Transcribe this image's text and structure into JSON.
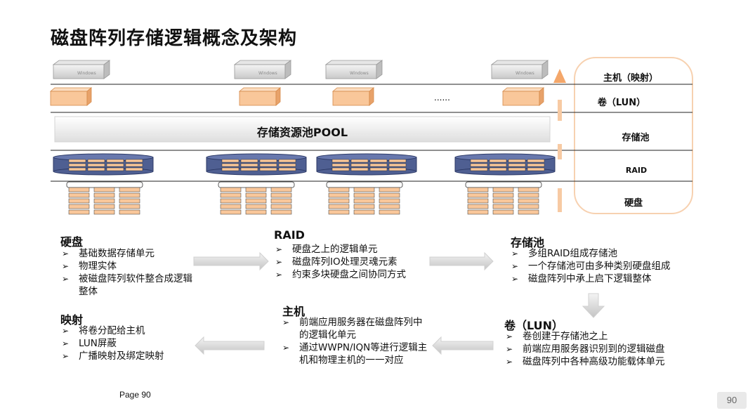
{
  "title": "磁盘阵列存储逻辑概念及架构",
  "diagram": {
    "server_label": "Windows",
    "pool_label": "存储资源池POOL",
    "ellipsis": "......",
    "layers": [
      "主机（映射）",
      "卷（LUN）",
      "存储池",
      "RAID",
      "硬盘"
    ],
    "colors": {
      "volume_fill": "#f9c79a",
      "raid_fill": "#4f5f92",
      "accent_orange": "#f4a76a",
      "panel_border": "#f7d1b0"
    }
  },
  "concepts": {
    "disk": {
      "heading": "硬盘",
      "items": [
        "基础数据存储单元",
        "物理实体",
        "被磁盘阵列软件整合成逻辑整体"
      ]
    },
    "raid": {
      "heading": "RAID",
      "items": [
        "硬盘之上的逻辑单元",
        "磁盘阵列IO处理灵魂元素",
        "约束多块硬盘之间协同方式"
      ]
    },
    "pool": {
      "heading": "存储池",
      "items": [
        "多组RAID组成存储池",
        "一个存储池可由多种类别硬盘组成",
        "磁盘阵列中承上启下逻辑整体"
      ]
    },
    "lun": {
      "heading": "卷（LUN）",
      "items": [
        "卷创建于存储池之上",
        "前端应用服务器识别到的逻辑磁盘",
        "磁盘阵列中各种高级功能载体单元"
      ]
    },
    "host": {
      "heading": "主机",
      "items": [
        "前端应用服务器在磁盘阵列中的逻辑化单元",
        "通过WWPN/IQN等进行逻辑主机和物理主机的一一对应"
      ]
    },
    "mapping": {
      "heading": "映射",
      "items": [
        "将卷分配给主机",
        "LUN屏蔽",
        "广播映射及绑定映射"
      ]
    }
  },
  "footer": {
    "page_label": "Page 90",
    "page_number": "90"
  }
}
